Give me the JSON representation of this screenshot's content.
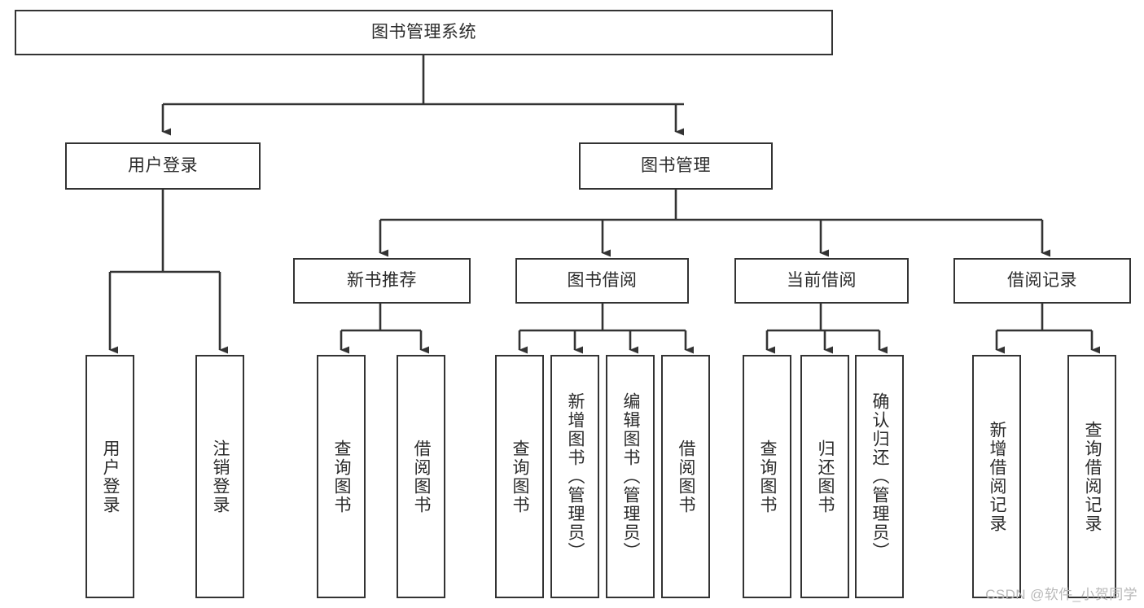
{
  "diagram": {
    "title": "图书管理系统",
    "style": {
      "stroke": "#333333",
      "fill": "#ffffff",
      "text": "#2b2b2b",
      "watermark_color": "#b9b9b9"
    },
    "watermark": "CSDN @软件_小贺同学",
    "levels": {
      "root": {
        "label": "图书管理系统"
      },
      "level2": [
        {
          "id": "user-login",
          "label": "用户登录"
        },
        {
          "id": "book-manage",
          "label": "图书管理"
        }
      ],
      "level3": [
        {
          "id": "new-book-recommend",
          "label": "新书推荐"
        },
        {
          "id": "book-borrow",
          "label": "图书借阅"
        },
        {
          "id": "current-borrow",
          "label": "当前借阅"
        },
        {
          "id": "borrow-record",
          "label": "借阅记录"
        }
      ],
      "leaves": {
        "user-login": [
          {
            "id": "leaf-user-login",
            "label": "用户登录"
          },
          {
            "id": "leaf-logout-login",
            "label": "注销登录"
          }
        ],
        "new-book-recommend": [
          {
            "id": "leaf-query-book-1",
            "label": "查询图书"
          },
          {
            "id": "leaf-borrow-book-1",
            "label": "借阅图书"
          }
        ],
        "book-borrow": [
          {
            "id": "leaf-query-book-2",
            "label": "查询图书"
          },
          {
            "id": "leaf-add-book",
            "label": "新增图书（管理员）"
          },
          {
            "id": "leaf-edit-book",
            "label": "编辑图书（管理员）"
          },
          {
            "id": "leaf-borrow-book-2",
            "label": "借阅图书"
          }
        ],
        "current-borrow": [
          {
            "id": "leaf-query-book-3",
            "label": "查询图书"
          },
          {
            "id": "leaf-return-book",
            "label": "归还图书"
          },
          {
            "id": "leaf-confirm-return",
            "label": "确认归还（管理员）"
          }
        ],
        "borrow-record": [
          {
            "id": "leaf-add-record",
            "label": "新增借阅记录"
          },
          {
            "id": "leaf-query-record",
            "label": "查询借阅记录"
          }
        ]
      }
    }
  }
}
